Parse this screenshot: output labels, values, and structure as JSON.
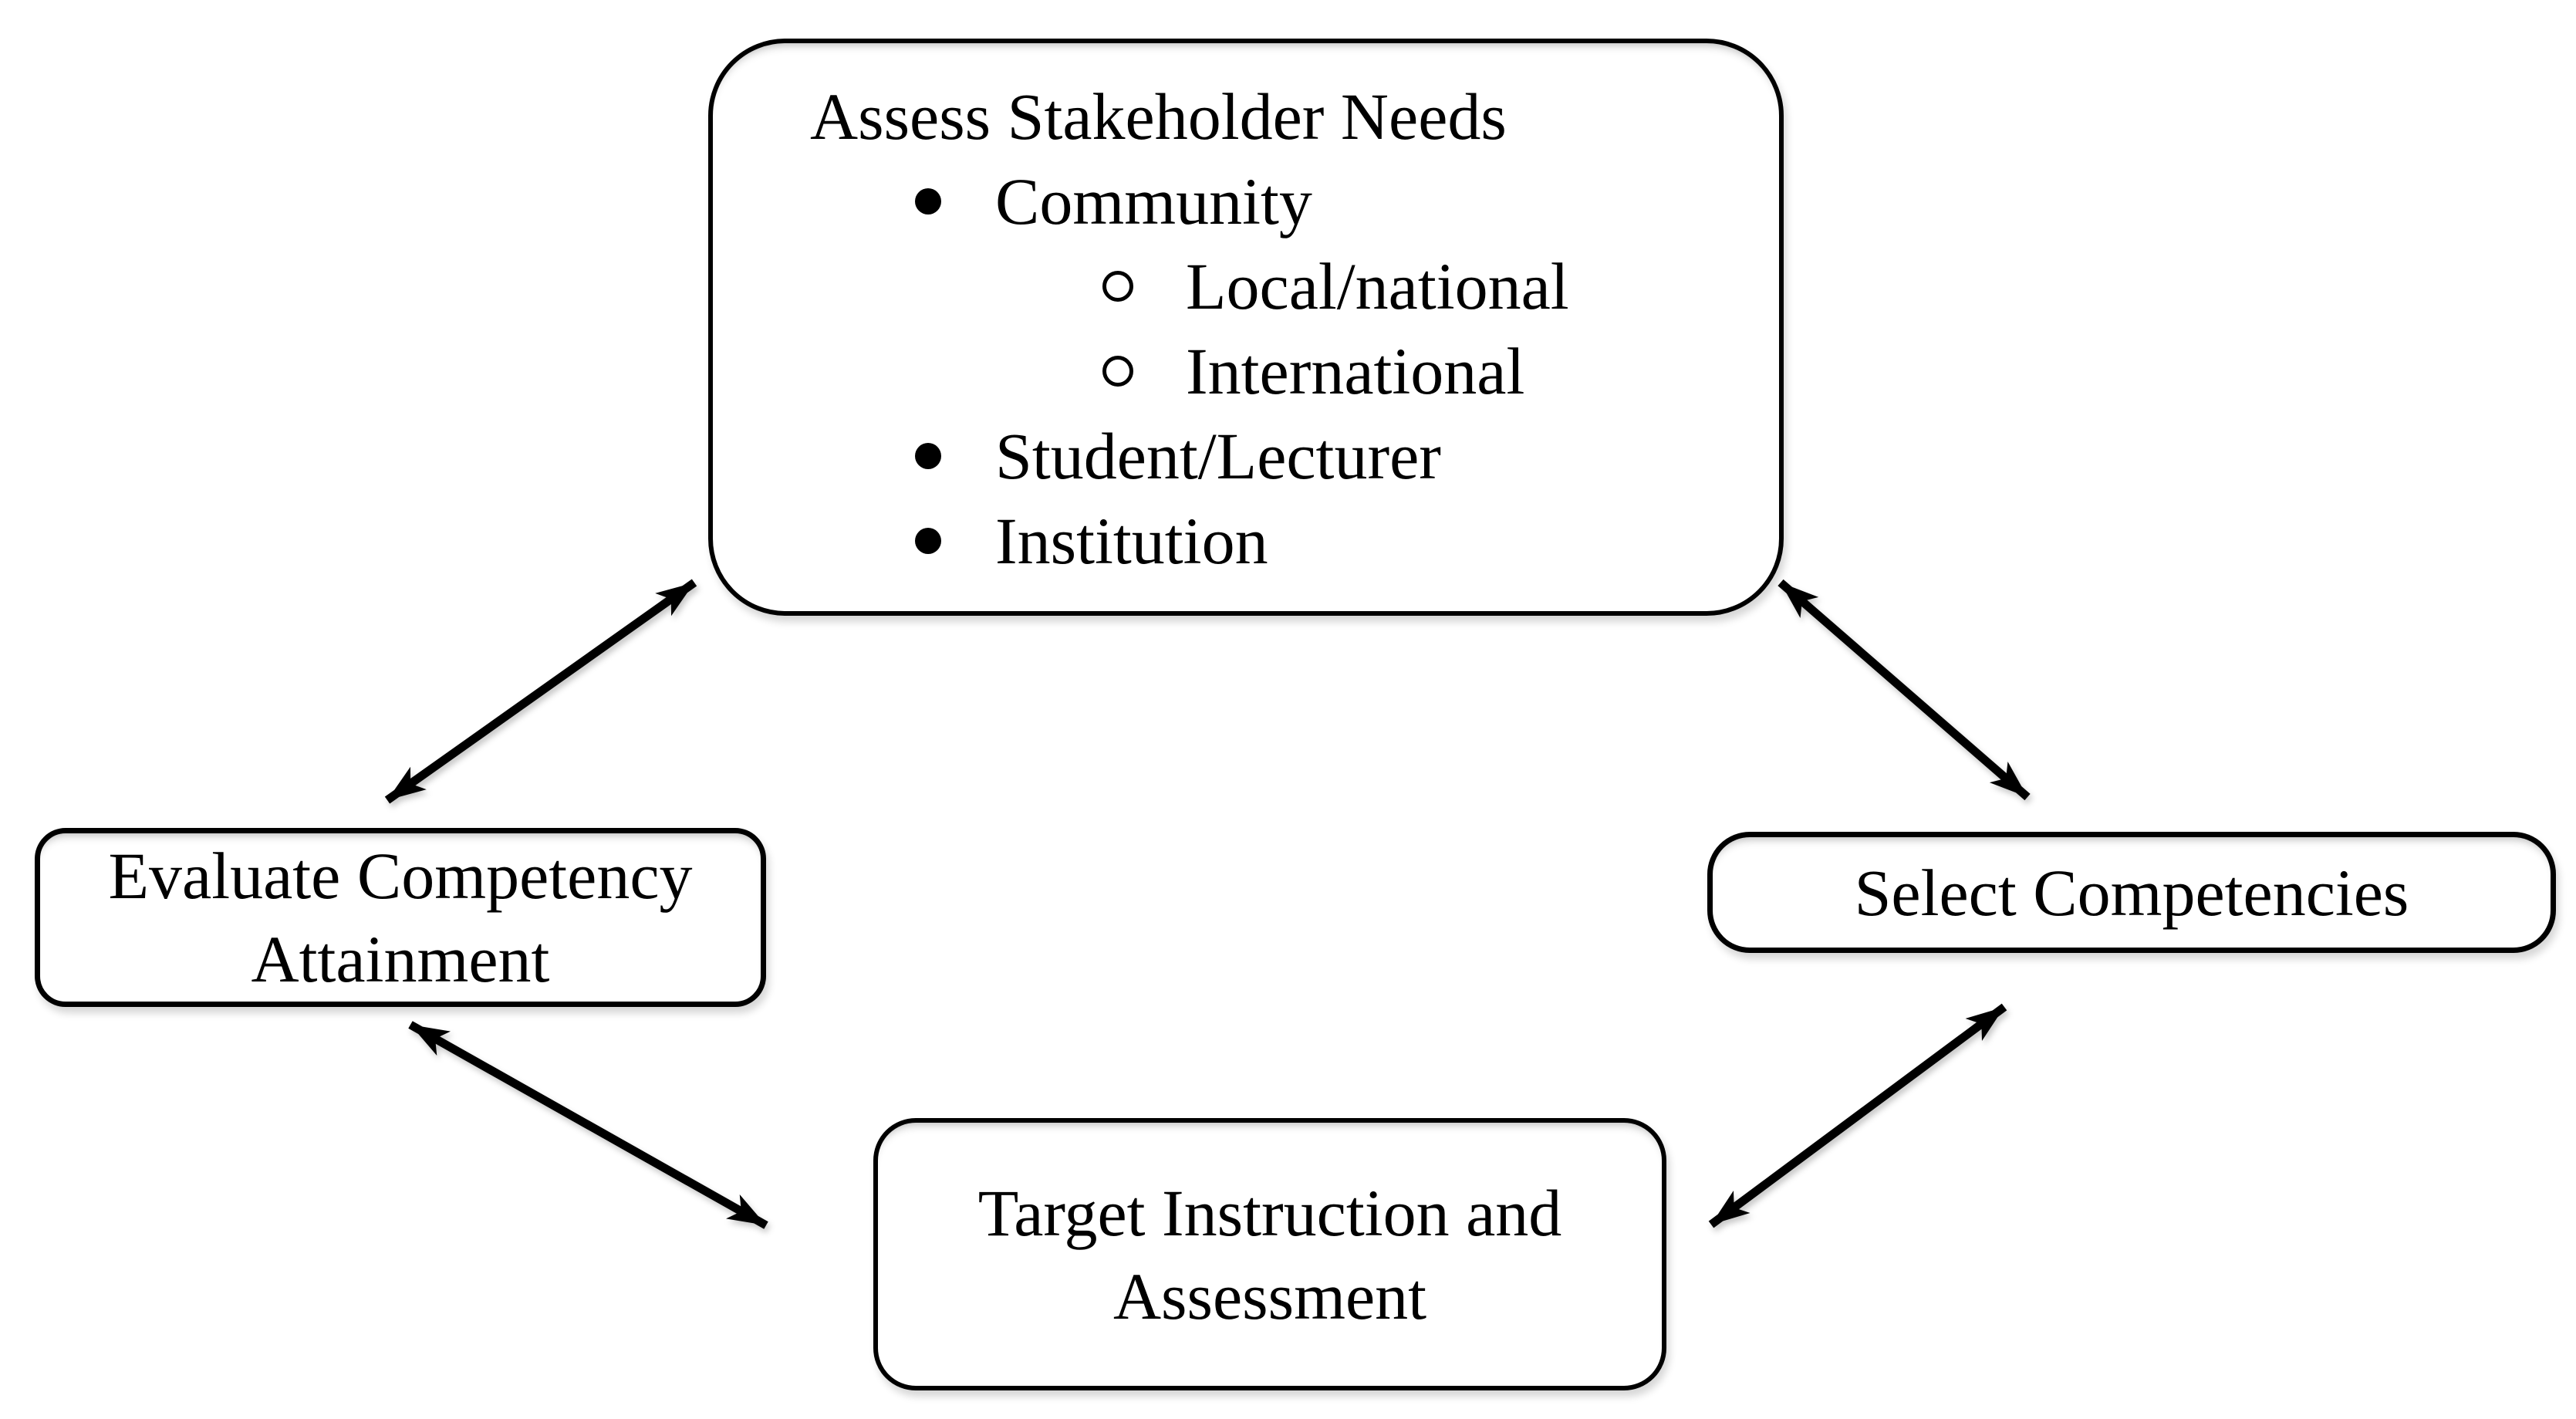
{
  "diagram": {
    "background_color": "#ffffff",
    "line_color": "#000000",
    "nodes": {
      "assess": {
        "title": "Assess Stakeholder Needs",
        "items": [
          {
            "level": 1,
            "label": "Community"
          },
          {
            "level": 2,
            "label": "Local/national"
          },
          {
            "level": 2,
            "label": "International"
          },
          {
            "level": 1,
            "label": "Student/Lecturer"
          },
          {
            "level": 1,
            "label": "Institution"
          }
        ]
      },
      "evaluate": {
        "lines": [
          "Evaluate Competency",
          "Attainment"
        ]
      },
      "select": {
        "label": "Select Competencies"
      },
      "target": {
        "lines": [
          "Target Instruction and",
          "Assessment"
        ]
      }
    },
    "connections": [
      {
        "from": "assess",
        "to": "evaluate",
        "bidirectional": true
      },
      {
        "from": "assess",
        "to": "select",
        "bidirectional": true
      },
      {
        "from": "evaluate",
        "to": "target",
        "bidirectional": true
      },
      {
        "from": "target",
        "to": "select",
        "bidirectional": true
      }
    ]
  }
}
